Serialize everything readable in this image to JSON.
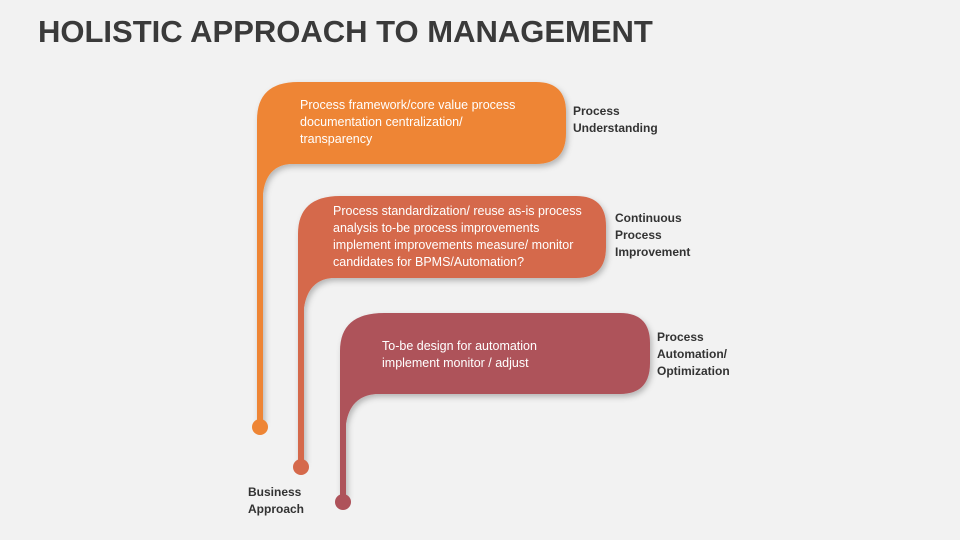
{
  "title": "HOLISTIC APPROACH TO MANAGEMENT",
  "colors": {
    "step1": "#EE8535",
    "step2": "#D5694B",
    "step3": "#AE525A",
    "background": "#F2F2F2"
  },
  "steps": [
    {
      "text_lines": [
        "Process framework/core value process",
        "documentation centralization/",
        "transparency"
      ],
      "label_lines": [
        "Process",
        "Understanding"
      ]
    },
    {
      "text_lines": [
        "Process standardization/ reuse as-is process",
        "analysis to-be process improvements",
        "implement improvements measure/ monitor",
        "candidates for BPMS/Automation?"
      ],
      "label_lines": [
        "Continuous",
        "Process",
        "Improvement"
      ]
    },
    {
      "text_lines": [
        "To-be design for automation",
        "implement monitor / adjust"
      ],
      "label_lines": [
        "Process",
        "Automation/",
        "Optimization"
      ]
    }
  ],
  "base_label_lines": [
    "Business",
    "Approach"
  ]
}
